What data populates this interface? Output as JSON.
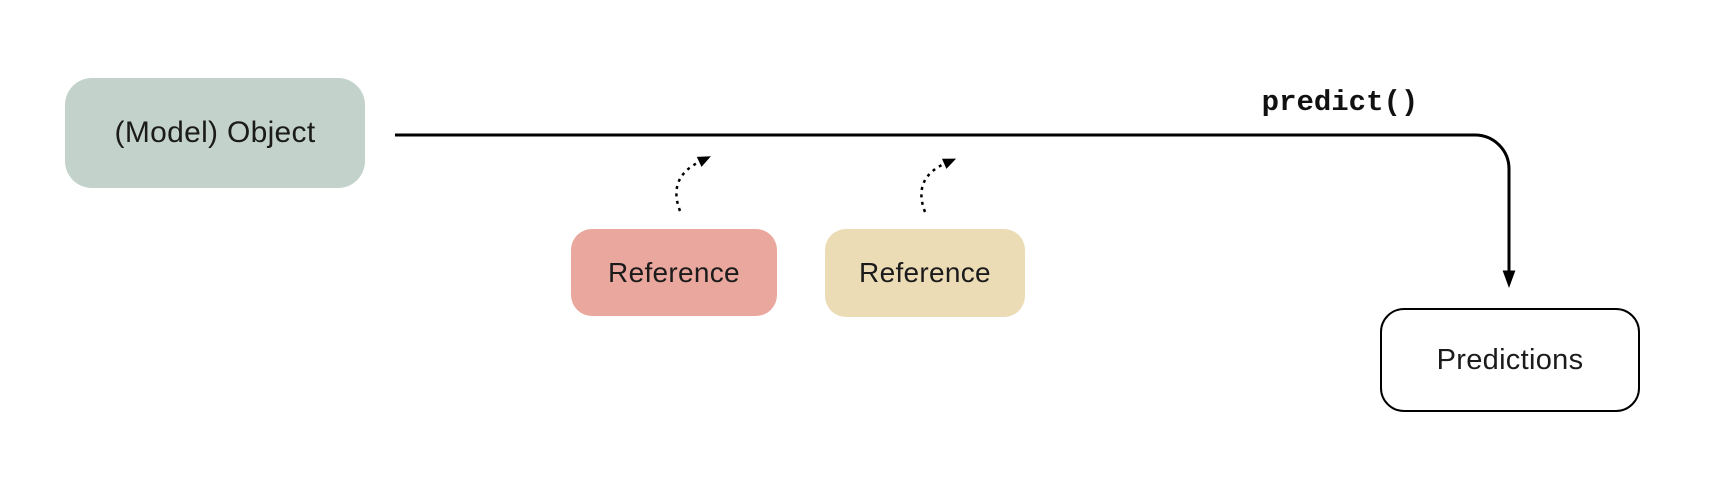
{
  "nodes": {
    "model_object": {
      "label": "(Model) Object",
      "fill": "#c3d3cb"
    },
    "reference_1": {
      "label": "Reference",
      "fill": "#eaa79d"
    },
    "reference_2": {
      "label": "Reference",
      "fill": "#ecdcb6"
    },
    "predictions": {
      "label": "Predictions",
      "fill": "#ffffff",
      "border_color": "#000000"
    }
  },
  "edge": {
    "label": "predict()"
  },
  "colors": {
    "line": "#000000",
    "text": "#1b1b1b",
    "background": "#ffffff"
  }
}
